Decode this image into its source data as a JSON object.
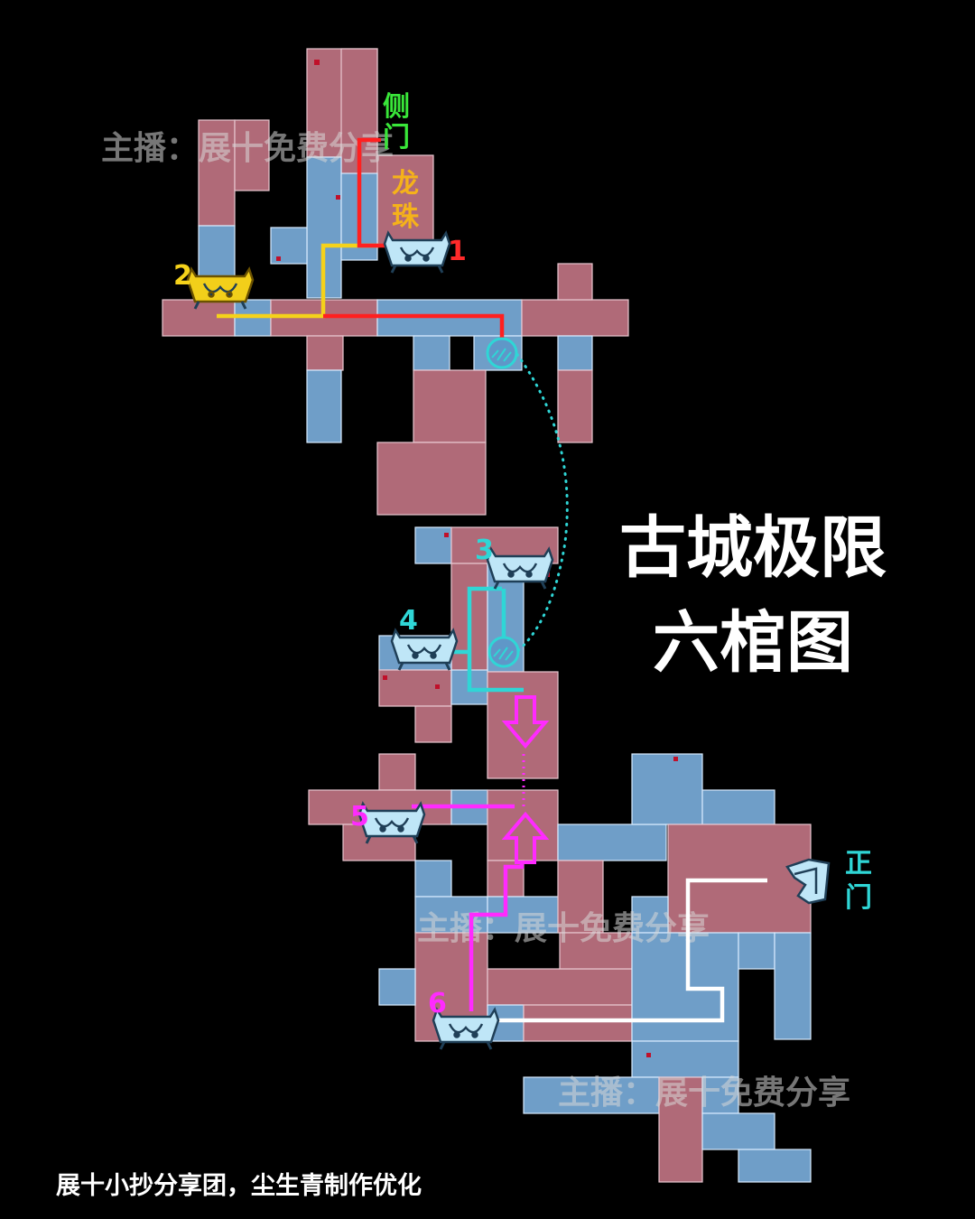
{
  "title": {
    "line1": "古城极限",
    "line2": "六棺图"
  },
  "credit": "展十小抄分享团，尘生青制作优化",
  "watermarks": [
    "主播：展十免费分享",
    "主播：展十免费分享",
    "主播：展十免费分享"
  ],
  "labels": {
    "side_gate": [
      "侧",
      "门"
    ],
    "dragon_pearl": [
      "龙",
      "珠"
    ],
    "main_gate": [
      "正",
      "门"
    ]
  },
  "coffins": [
    {
      "number": "1",
      "color": "#ff2a2a",
      "gold": false
    },
    {
      "number": "2",
      "color": "#f5d21a",
      "gold": true
    },
    {
      "number": "3",
      "color": "#2fd6d6",
      "gold": false
    },
    {
      "number": "4",
      "color": "#2fd6d6",
      "gold": false
    },
    {
      "number": "5",
      "color": "#ff2aff",
      "gold": false
    },
    {
      "number": "6",
      "color": "#ff2aff",
      "gold": false
    }
  ],
  "colors": {
    "side_gate": "#39e639",
    "dragon_pearl": "#f5b21a",
    "main_gate": "#2fd6d6",
    "route_red": "#ff2020",
    "route_yellow": "#f5d21a",
    "route_cyan": "#2fd6d6",
    "route_magenta": "#ff2aff",
    "route_white": "#ffffff",
    "room_red": "#b06a78",
    "room_blue": "#6f9ec8"
  },
  "icons": [
    "coffin-icon",
    "gold-coffin-icon",
    "stairs-circle-icon",
    "down-arrow-icon",
    "up-arrow-icon",
    "exit-door-icon"
  ]
}
